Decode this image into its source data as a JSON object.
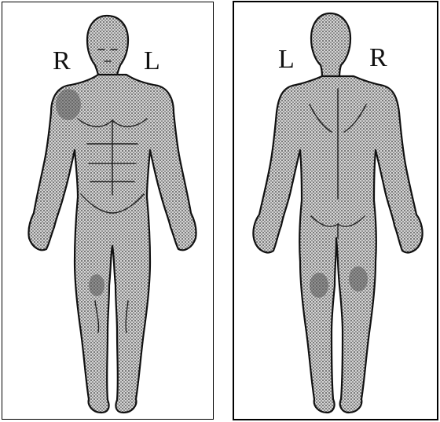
{
  "front_view": {
    "label_left": "R",
    "label_right": "L"
  },
  "back_view": {
    "label_left": "L",
    "label_right": "R"
  },
  "colors": {
    "outline": "#111111",
    "stipple_dot": "#3a3a3a",
    "background": "#ffffff"
  }
}
